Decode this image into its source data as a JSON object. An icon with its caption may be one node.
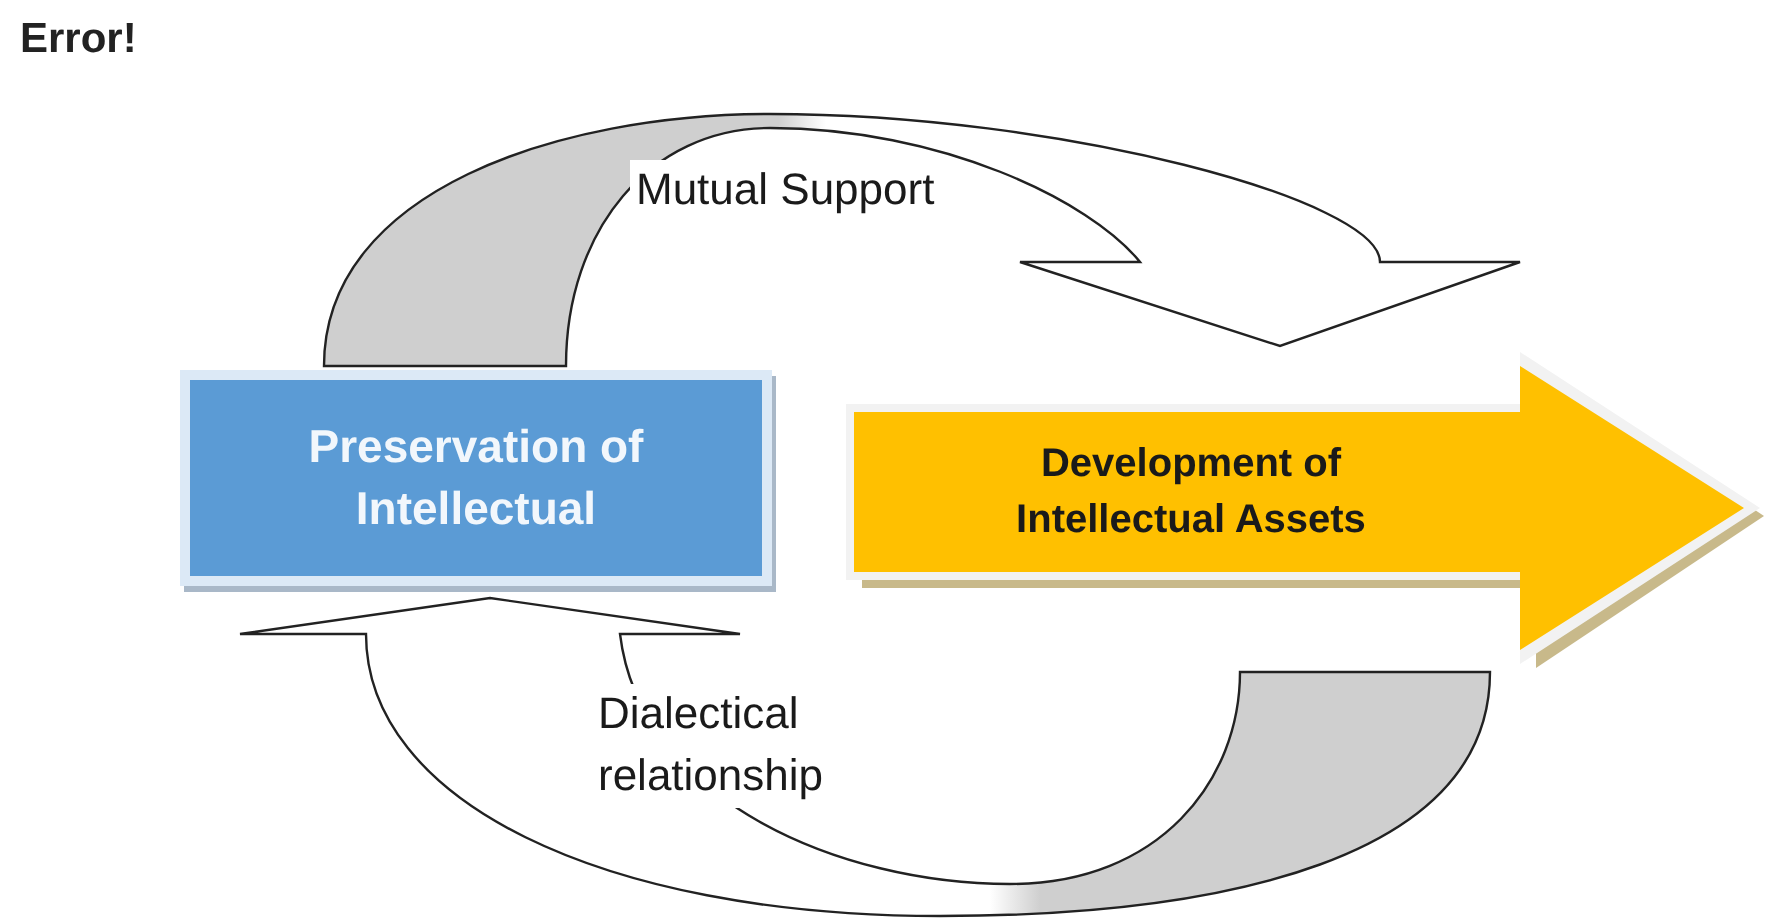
{
  "diagram": {
    "title": "Error!",
    "nodes": [
      {
        "text": [
          "Preservation of Intellectual"
        ]
      },
      {
        "text": [
          "Development of Intellectual Assets"
        ]
      }
    ],
    "edges": [
      {
        "from": 0,
        "to": 1,
        "arrow": "to",
        "label": "Mutual Support"
      },
      {
        "from": 1,
        "to": 0,
        "arrow": "to",
        "label": "Dialectical relationship"
      }
    ]
  }
}
